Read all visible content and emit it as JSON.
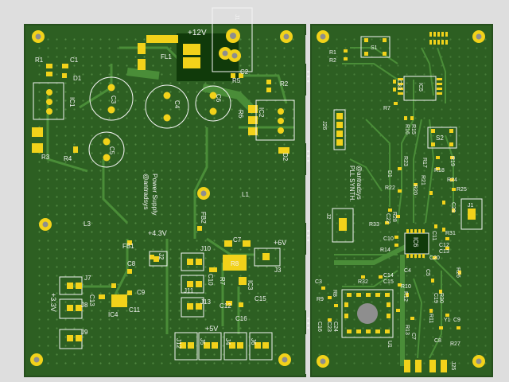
{
  "colors": {
    "background": "#dedede",
    "board": "#2d5f22",
    "board_edge": "#254f1c",
    "track": "#4a8d38",
    "pad": "#f2d21a",
    "silk": "#f4f4f4",
    "hole": "#8e8e8e",
    "regulator": "#103a0a"
  },
  "left_board": {
    "power_label": "+12V",
    "j1_label": "J1",
    "fl1_label": "FL1",
    "r1": "R1",
    "c1": "C1",
    "d1": "D1",
    "ic1": "IC1",
    "r3": "R3",
    "r4": "R4",
    "c3": "C3",
    "c4": "C4",
    "c5": "C5",
    "c6": "C6",
    "r5": "R5",
    "c2": "C2",
    "r2": "R2",
    "ic2": "IC2",
    "r6": "R6",
    "d2": "D2",
    "l1": "L1",
    "l3": "L3",
    "fb1": "FB1",
    "fb2": "FB2",
    "author": "@antradsys",
    "title": "Power Supply",
    "v43": "+4.3V",
    "j2": "J2",
    "c8": "C8",
    "c7": "C7",
    "v6": "+6V",
    "j10": "J10",
    "r8": "R8",
    "j3": "J3",
    "c10": "C10",
    "j11": "J11",
    "r7": "R7",
    "ic3": "IC3",
    "j13": "J13",
    "c12": "C12",
    "c15": "C15",
    "c16": "C16",
    "v33": "+3.3V",
    "j7": "J7",
    "c13": "C13",
    "c9": "C9",
    "c11": "C11",
    "ic4": "IC4",
    "j8": "J8",
    "j9": "J9",
    "v5": "+5V",
    "j12": "J12",
    "j5": "J5",
    "j4": "J4",
    "j6": "J6"
  },
  "right_board": {
    "r1": "R1",
    "r2": "R2",
    "s1": "S1",
    "ic5": "IC5",
    "c33": "C33",
    "r7": "R7",
    "j26": "J26",
    "r16": "R16",
    "r15": "R15",
    "s2": "S2",
    "author": "@antradsys",
    "title": "PLL SYNTH.",
    "d1": "D1",
    "r23": "R23",
    "r17": "R17",
    "r19": "R19",
    "r18": "R18",
    "r22": "R22",
    "r20": "R20",
    "r21": "R21",
    "r24": "R24",
    "r25": "R25",
    "j2": "J2",
    "r33": "R33",
    "r28": "R28",
    "c22": "C22",
    "c29": "C29",
    "j1": "J1",
    "c10": "C10",
    "ic6": "IC6",
    "c11": "C11",
    "r31": "R31",
    "r14": "R14",
    "c12": "C12",
    "c13": "C13",
    "c20": "C20",
    "c3": "C3",
    "r32": "R32",
    "c14": "C14",
    "c15": "C15",
    "c4": "C4",
    "c5": "C5",
    "r26": "R26",
    "r9": "R9",
    "r8": "R8",
    "r10": "R10",
    "r12": "R12",
    "c16": "C16",
    "c23": "C23",
    "c24": "C24",
    "u1": "U1",
    "r13": "R13",
    "c7": "C7",
    "c19": "C19",
    "r30": "R30",
    "r11": "R11",
    "y1": "Y1",
    "c8": "C8",
    "c9": "C9",
    "r27": "R27",
    "j25": "J25"
  }
}
